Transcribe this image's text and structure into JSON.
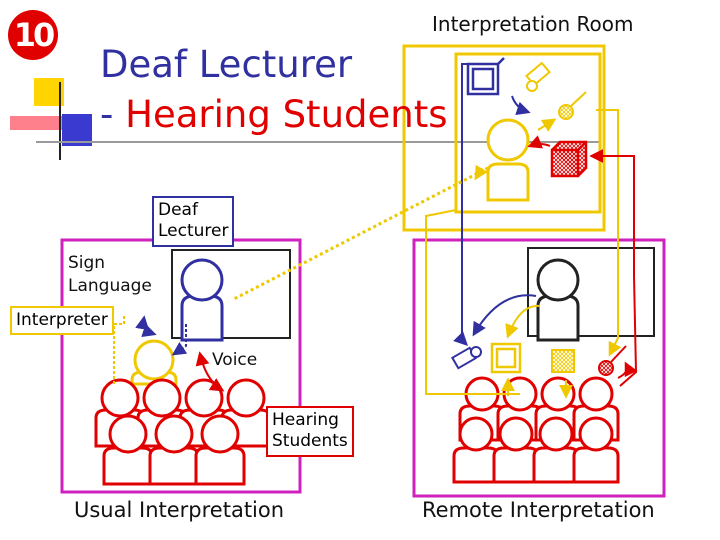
{
  "slide": {
    "number": "10",
    "title_line1": "Deaf Lecturer",
    "title_line2_dash": "- ",
    "title_line2_text": "Hearing Students"
  },
  "labels": {
    "interpretation_room": "Interpretation Room",
    "deaf_lecturer_line1": "Deaf",
    "deaf_lecturer_line2": "Lecturer",
    "sign_language_line1": "Sign",
    "sign_language_line2": "Language",
    "interpreter": "Interpreter",
    "voice": "Voice",
    "hearing_students_line1": "Hearing",
    "hearing_students_line2": "Students",
    "usual_interpretation": "Usual Interpretation",
    "remote_interpretation": "Remote Interpretation"
  },
  "colors": {
    "blue": "#3030a0",
    "yellow": "#f0c800",
    "red": "#e00000",
    "magenta": "#d020c0",
    "dark": "#222222"
  }
}
